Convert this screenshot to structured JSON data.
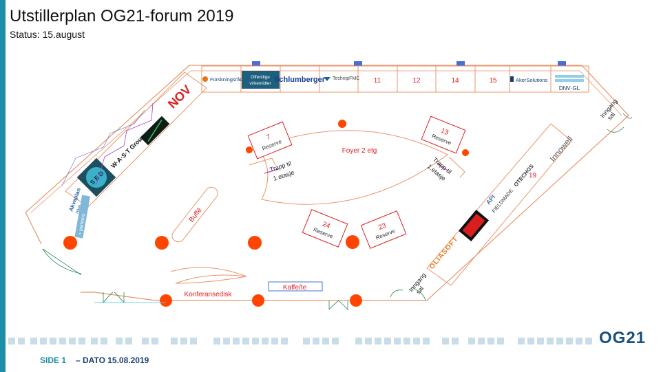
{
  "slide": {
    "title": "Utstillerplan OG21-forum 2019",
    "status": "Status:  15.august",
    "footer_page": "SIDE 1",
    "footer_date": "– DATO 15.08.2019",
    "logo": "OG21"
  },
  "colors": {
    "accent": "#1c8ea8",
    "wall": "#e9946b",
    "room_text": "#e02020",
    "table": "#ff4500",
    "dark_text": "#1a3f6f"
  },
  "labels": {
    "foyer": "Foyer 2 etg",
    "reserve": "Reserve",
    "stand_7": "7",
    "stand_13": "13",
    "stand_24": "24",
    "stand_23": "23",
    "stairs_left_1": "Trapp til",
    "stairs_left_2": "1.etasje",
    "stairs_right_1": "Trapp til",
    "stairs_right_2": "1.etasje",
    "buffet": "Buffé",
    "conference": "Konferansedisk",
    "coffee": "Kaffe/te",
    "entrance_1": "Inngang",
    "entrance_2": "sal",
    "stand_11": "11",
    "stand_12": "12",
    "stand_14": "14",
    "stand_15": "15",
    "stand_19": "19"
  },
  "exhibitors": {
    "forskningsradet": "Forskningsrådet",
    "virkemidler_1": "Offentlige",
    "virkemidler_2": "virkemidler",
    "schlumberger": "Schlumberger",
    "technip": "TechnipFMC",
    "aker": "AkerSolutions",
    "dnvgl": "DNV·GL",
    "innowell": "Innowell",
    "otechos": "OTECHOS",
    "fieldmade": "FIELDMADE",
    "api": "API",
    "oliasoft": "OLIASOFT",
    "akvaplan_1": "Akvaplan",
    "akvaplan_2": "niva",
    "akvaplan_3": "+ partners",
    "wast": "W·A·S·T Group",
    "nov": "NOV",
    "sed": "S E D"
  }
}
